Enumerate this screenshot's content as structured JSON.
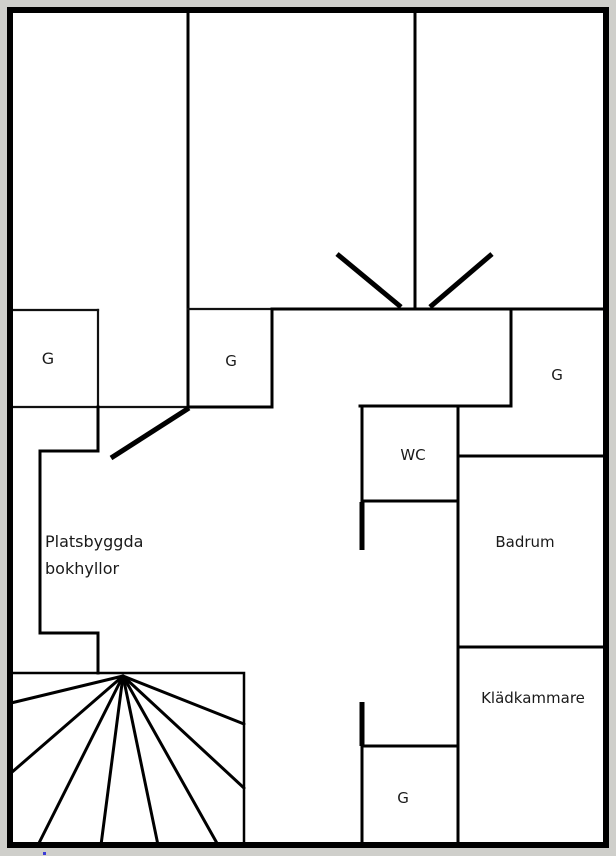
{
  "plan": {
    "colors": {
      "background": "#cfcfcb",
      "floor": "#ffffff",
      "walls": "#000000",
      "text": "#1a1a1a"
    },
    "rooms": {
      "closet_left": {
        "label": "G"
      },
      "closet_middle": {
        "label": "G"
      },
      "closet_right": {
        "label": "G"
      },
      "wc": {
        "label": "WC"
      },
      "bathroom": {
        "label": "Badrum"
      },
      "walk_in_closet": {
        "label": "Klädkammare"
      },
      "closet_bottom": {
        "label": "G"
      }
    },
    "built_in_shelves": {
      "line1": "Platsbyggda",
      "line2": "bokhyllor"
    },
    "staircase": {
      "steps_visible": 8
    }
  }
}
